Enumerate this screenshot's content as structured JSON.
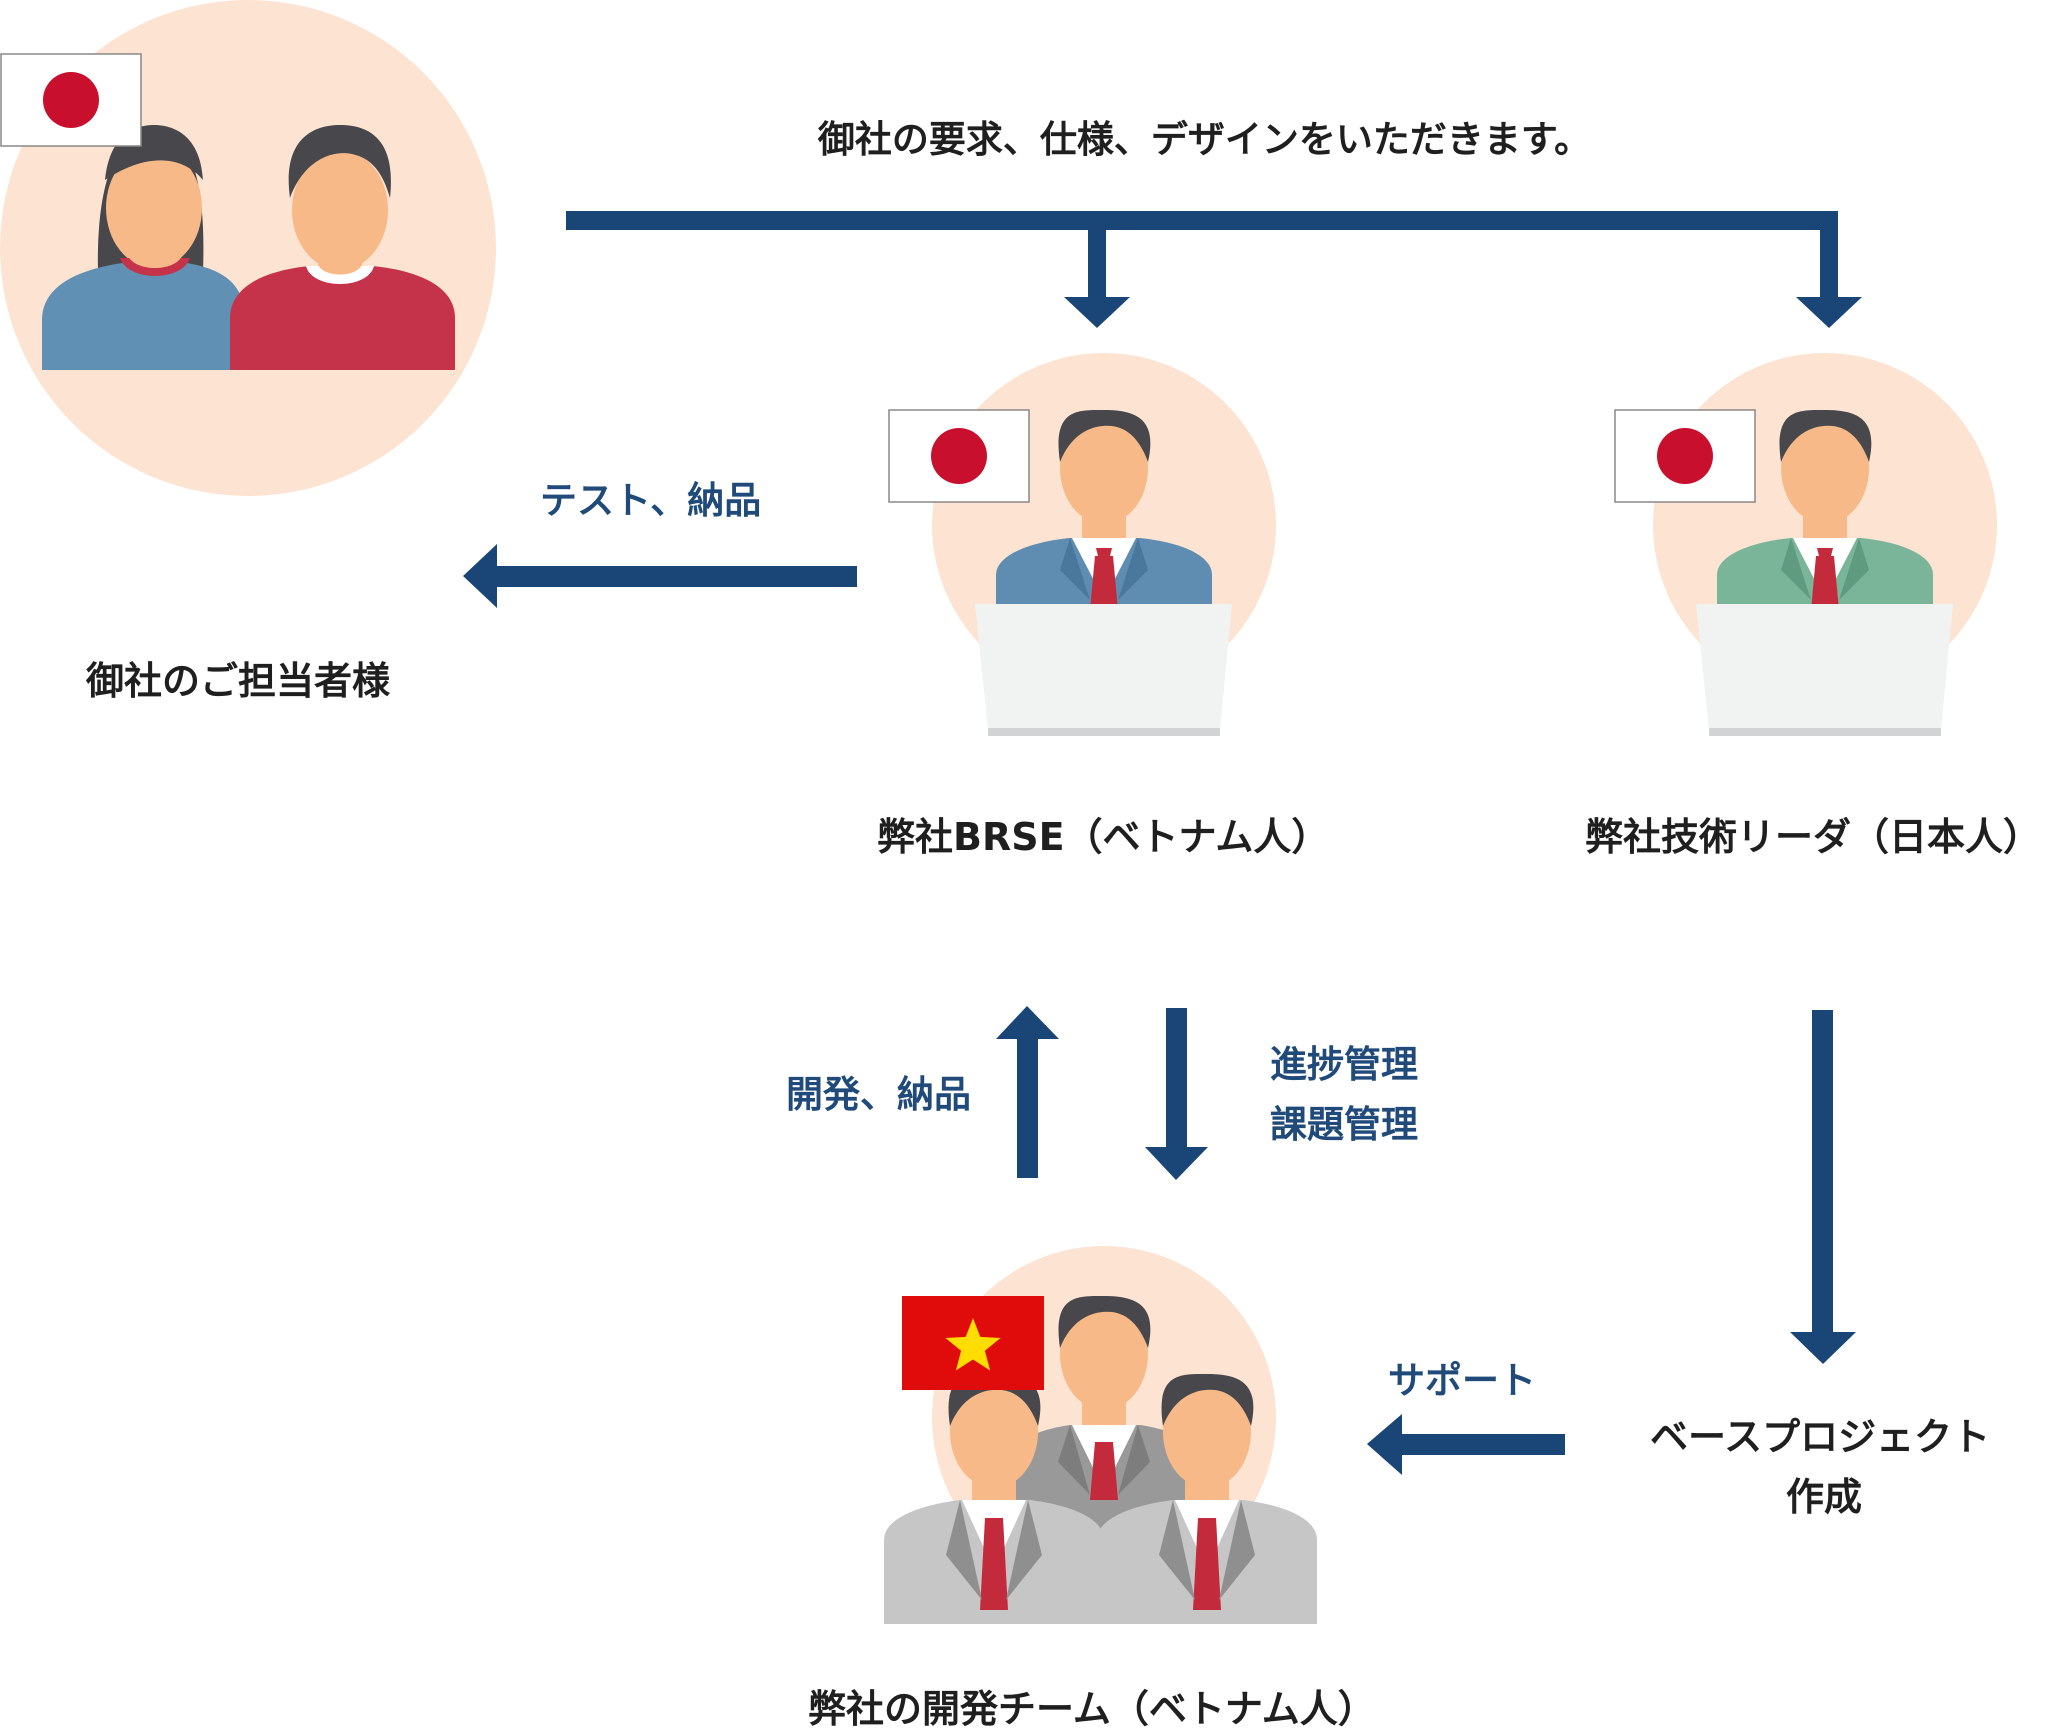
{
  "colors": {
    "arrow": "#1a4677",
    "circle_bg": "#fde3d1",
    "skin": "#f7b987",
    "hair": "#48474c",
    "tie": "#c32a3c",
    "suit_blue": "#5f8db1",
    "suit_green": "#7ab59a",
    "suit_gray": "#999999",
    "woman_shirt": "#6090b4",
    "man_shirt": "#c5334b",
    "laptop": "#f1f2f2",
    "flag_jp_red": "#c8102e",
    "flag_vn_red": "#e00c0c",
    "flag_vn_star": "#ffdd00"
  },
  "labels": {
    "top_message": "御社の要求、仕様、デザインをいただきます。",
    "test_delivery": "テスト、納品",
    "client": "御社のご担当者様",
    "brse": "弊社BRSE（ベトナム人）",
    "tech_leader": "弊社技術リーダ（日本人）",
    "dev_delivery": "開発、納品",
    "progress_line1": "進捗管理",
    "progress_line2": "課題管理",
    "support": "サポート",
    "base_project_line1": "ベースプロジェクト",
    "base_project_line2": "作成",
    "dev_team": "弊社の開発チーム（ベトナム人）"
  },
  "flags": {
    "client": "japan-flag-icon",
    "brse": "japan-flag-icon",
    "tech_leader": "japan-flag-icon",
    "dev_team": "vietnam-flag-icon"
  }
}
